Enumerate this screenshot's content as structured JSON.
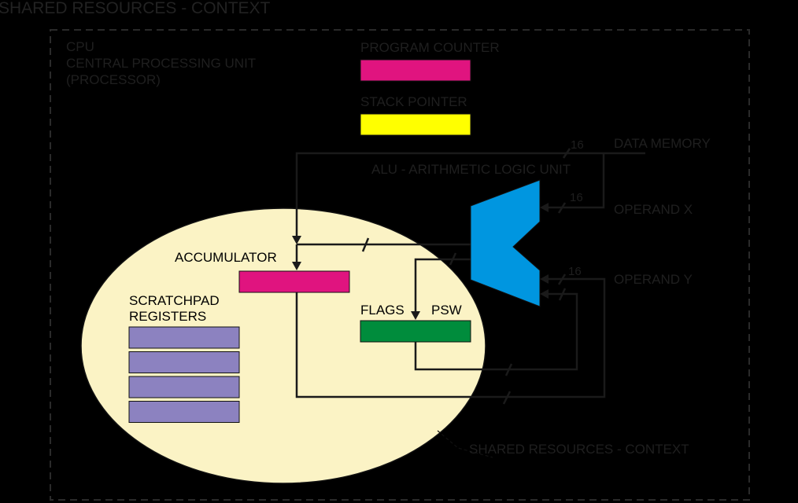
{
  "title": "SHARED RESOURCES - CONTEXT",
  "cpu": {
    "line1": "CPU",
    "line2": "CENTRAL PROCESSING UNIT",
    "line3": "(PROCESSOR)"
  },
  "program_counter": {
    "label": "PROGRAM COUNTER",
    "color": "#e0147f"
  },
  "stack_pointer": {
    "label": "STACK POINTER",
    "color": "#ffff00"
  },
  "alu": {
    "label": "ALU - ARITHMETIC LOGIC UNIT",
    "color": "#0096e0"
  },
  "data_memory": {
    "label": "DATA MEMORY",
    "width": "16"
  },
  "operand_x": {
    "label": "OPERAND X",
    "width": "16"
  },
  "operand_y": {
    "label": "OPERAND Y",
    "width": "16"
  },
  "accumulator": {
    "label": "ACCUMULATOR",
    "color": "#e0147f"
  },
  "scratchpad": {
    "line1": "SCRATCHPAD",
    "line2": "REGISTERS",
    "color": "#8c82c0",
    "register_count": 4
  },
  "flags": {
    "label": "FLAGS",
    "psw_label": "PSW",
    "color": "#008c3c"
  },
  "context_label": "SHARED RESOURCES - CONTEXT",
  "ellipse_color": "#fbf3c5"
}
